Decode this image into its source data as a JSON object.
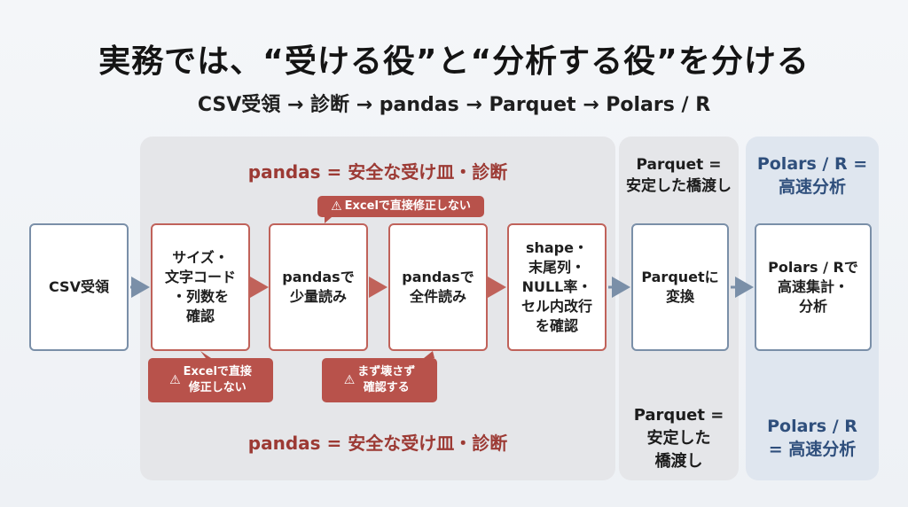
{
  "title": "実務では、“受ける役”と“分析する役”を分ける",
  "subtitle": "CSV受領 → 診断 → pandas → Parquet → Polars / R",
  "pandas_section": {
    "heading_top": "pandas = 安全な受け皿・診断",
    "heading_bottom": "pandas = 安全な受け皿・診断"
  },
  "parquet_section": {
    "heading_top": [
      "Parquet =",
      "安定した橋渡し"
    ],
    "heading_bottom": [
      "Parquet =",
      "安定した",
      "橋渡し"
    ]
  },
  "polars_section": {
    "heading_top": [
      "Polars / R =",
      "高速分析"
    ],
    "heading_bottom": [
      "Polars / R",
      "= 高速分析"
    ]
  },
  "boxes": {
    "csv": [
      "CSV受領"
    ],
    "step1": [
      "サイズ・",
      "文字コード",
      "・列数を",
      "確認"
    ],
    "step2": [
      "pandasで",
      "少量読み"
    ],
    "step3": [
      "pandasで",
      "全件読み"
    ],
    "step4": [
      "shape・",
      "末尾列・",
      "NULL率・",
      "セル内改行",
      "を確認"
    ],
    "parquet": [
      "Parquetに",
      "変換"
    ],
    "polars": [
      "Polars / Rで",
      "高速集計・",
      "分析"
    ]
  },
  "warnings": {
    "top": [
      "Excelで直接修正しない"
    ],
    "left": [
      "Excelで直接",
      "修正しない"
    ],
    "mid": [
      "まず壊さず",
      "確認する"
    ]
  },
  "colors": {
    "pandas_accent": "#9c3a34",
    "polars_accent": "#2f4f7c",
    "warning_bg": "#b8524b",
    "blue_border": "#7a8fa8",
    "red_border": "#c0625a"
  },
  "icons": {
    "warning": "warning-triangle-icon",
    "arrow": "arrow-right-icon"
  }
}
